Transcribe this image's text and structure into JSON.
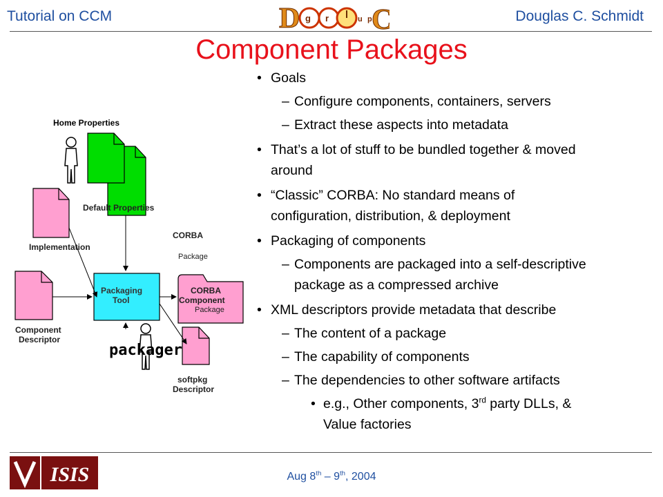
{
  "header": {
    "left": "Tutorial on CCM",
    "right": "Douglas C. Schmidt",
    "logo_letters": [
      "D",
      "g",
      "r",
      "o",
      "u",
      "p",
      "C"
    ]
  },
  "title": "Component Packages",
  "bullets": [
    {
      "level": 1,
      "text": "Goals"
    },
    {
      "level": 2,
      "text": "Configure components, containers, servers"
    },
    {
      "level": 2,
      "text": "Extract these aspects into metadata"
    },
    {
      "level": 1,
      "text": "That’s a lot of stuff to be bundled together & moved",
      "cont": "around"
    },
    {
      "level": 1,
      "text": "“Classic” CORBA: No standard means of",
      "cont": "configuration, distribution, & deployment"
    },
    {
      "level": 1,
      "text": "Packaging of components"
    },
    {
      "level": 2,
      "text": "Components are packaged into a self-descriptive",
      "cont": "package as a compressed archive"
    },
    {
      "level": 1,
      "text": "XML descriptors provide metadata that describe"
    },
    {
      "level": 2,
      "text": "The content of a package"
    },
    {
      "level": 2,
      "text": "The capability of components"
    },
    {
      "level": 2,
      "text": "The dependencies to other software artifacts"
    },
    {
      "level": 3,
      "text_a": "e.g., Other components, 3",
      "sup": "rd",
      "text_b": " party DLLs, &",
      "cont": "Value factories"
    }
  ],
  "diagram": {
    "home_properties": "Home Properties",
    "default_properties": "Default Properties",
    "implementation": "Implementation",
    "component_descriptor_1": "Component",
    "component_descriptor_2": "Descriptor",
    "corba_label": "CORBA",
    "package_label": "Package",
    "packaging_tool_1": "Packaging",
    "packaging_tool_2": "Tool",
    "corba_component_1": "CORBA",
    "corba_component_2": "Component",
    "corba_component_3": "Package",
    "packager": "packager",
    "softpkg_1": "softpkg",
    "softpkg_2": "Descriptor"
  },
  "footer": {
    "date_a": "Aug 8",
    "sup_a": "th",
    "date_b": " – 9",
    "sup_b": "th",
    "date_c": ", 2004",
    "logo_text": "ISIS"
  },
  "colors": {
    "header_text": "#1f4fa0",
    "title": "#e8111b",
    "properties_doc": "#00dd00",
    "descriptor_doc": "#ff9fd0",
    "tool_box": "#33eeff"
  }
}
